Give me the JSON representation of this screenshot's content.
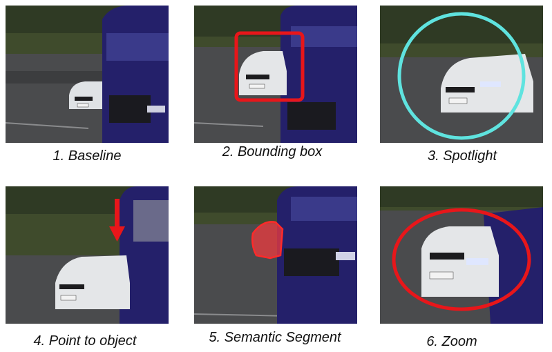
{
  "panels": [
    {
      "caption": "1. Baseline",
      "technique": "baseline"
    },
    {
      "caption": "2. Bounding box",
      "technique": "bounding-box"
    },
    {
      "caption": "3. Spotlight",
      "technique": "spotlight"
    },
    {
      "caption": "4. Point to object",
      "technique": "pointer-arrow"
    },
    {
      "caption": "5. Semantic Segment",
      "technique": "segmentation-mask"
    },
    {
      "caption": "6. Zoom",
      "technique": "zoom"
    }
  ],
  "colors": {
    "highlight_red": "#e8161a",
    "spotlight_cyan": "#5fe3df",
    "truck_blue": "#24206a",
    "grass": "#3f4b2c",
    "road": "#4a4b4d",
    "car_white": "#e4e6e8"
  }
}
